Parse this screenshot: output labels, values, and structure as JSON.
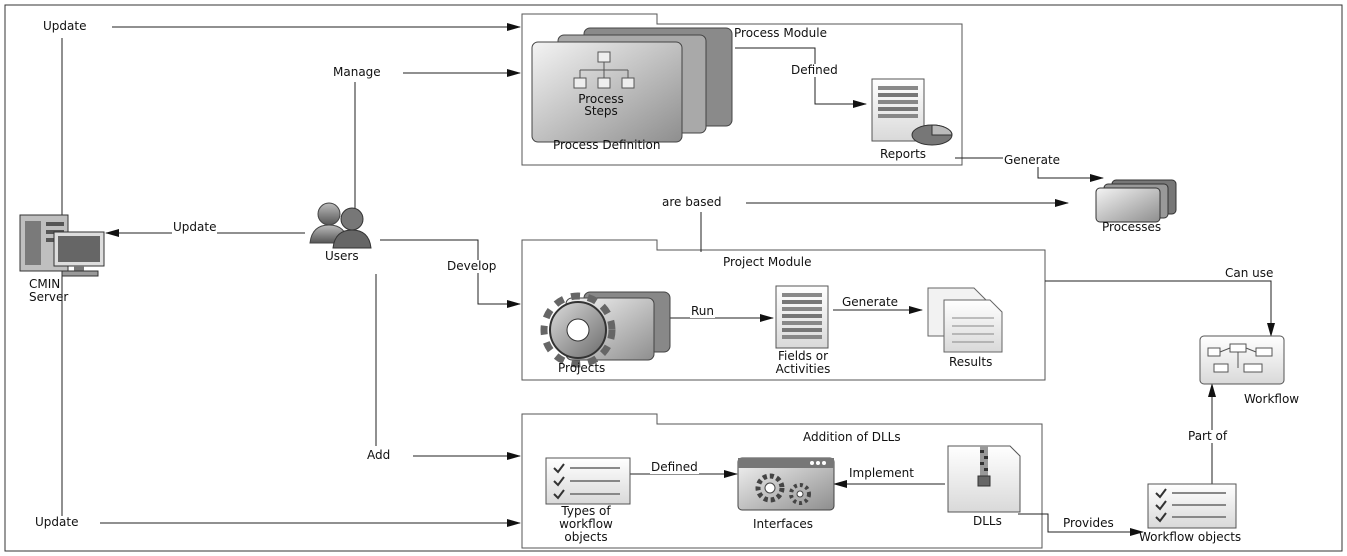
{
  "modules": {
    "process": "Process Module",
    "project": "Project Module",
    "dlls": "Addition of DLLs"
  },
  "nodes": {
    "cmin_server": "CMIN\nServer",
    "users": "Users",
    "process_steps": "Process\nSteps",
    "process_definition": "Process Definition",
    "reports": "Reports",
    "processes": "Processes",
    "projects": "Projects",
    "fields_activities": "Fields or\nActivities",
    "results": "Results",
    "workflow": "Workflow",
    "types_workflow_objects": "Types of\nworkflow\nobjects",
    "interfaces": "Interfaces",
    "dlls": "DLLs",
    "workflow_objects": "Workflow objects"
  },
  "edges": {
    "update_top": "Update",
    "manage": "Manage",
    "defined_process": "Defined",
    "generate_processes": "Generate",
    "are_based": "are based",
    "update_mid": "Update",
    "develop": "Develop",
    "run": "Run",
    "generate_results": "Generate",
    "can_use": "Can use",
    "add": "Add",
    "defined_dll": "Defined",
    "implement": "Implement",
    "provides": "Provides",
    "part_of": "Part of",
    "update_bottom": "Update"
  }
}
